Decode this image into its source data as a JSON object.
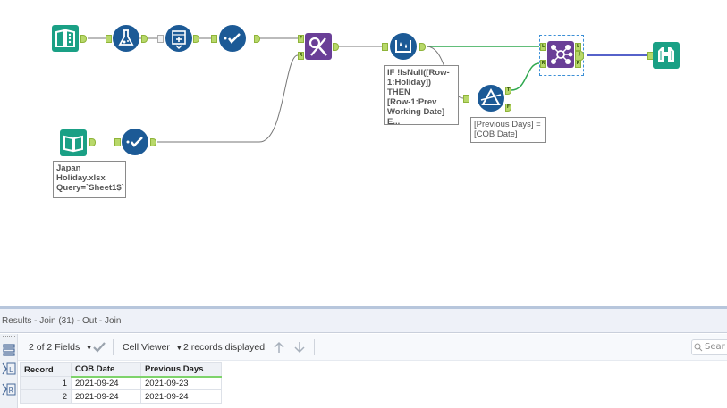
{
  "canvas": {
    "tools": [
      {
        "id": "input-data-1",
        "icon": "book-open-icon",
        "color": "#1aa085"
      },
      {
        "id": "formula-1",
        "icon": "flask-icon",
        "color": "#1c5a96"
      },
      {
        "id": "sample-1",
        "icon": "record-id-icon",
        "color": "#1c5a96"
      },
      {
        "id": "select-1",
        "icon": "checkmark-icon",
        "color": "#1c5a96"
      },
      {
        "id": "find-replace-1",
        "icon": "find-replace-icon",
        "color": "#6a3f97"
      },
      {
        "id": "multi-row-formula-1",
        "icon": "multi-row-icon",
        "color": "#1c5a96"
      },
      {
        "id": "filter-1",
        "icon": "filter-icon",
        "color": "#1c5a96"
      },
      {
        "id": "join-1",
        "icon": "join-icon",
        "color": "#6a3f97"
      },
      {
        "id": "browse-1",
        "icon": "binoculars-icon",
        "color": "#1aa085"
      },
      {
        "id": "input-data-2",
        "icon": "book-open-icon",
        "color": "#1aa085"
      },
      {
        "id": "select-2",
        "icon": "checkmark-icon",
        "color": "#1c5a96"
      }
    ],
    "anchors": {
      "F": "F",
      "R": "R",
      "L": "L",
      "J": "J",
      "T": "T"
    },
    "annotations": {
      "multi_row": "IF !IsNull([Row-\n1:Holiday]) THEN\n[Row-1:Prev\nWorking Date]\nE...",
      "filter": "[Previous Days] =\n[COB Date]",
      "input2": "Japan\nHoliday.xlsx\nQuery=`Sheet1$`"
    }
  },
  "results": {
    "title": "Results - Join (31) - Out - Join",
    "fields_label": "2 of 2 Fields",
    "viewer_label": "Cell Viewer",
    "records_label": "2 records displayed",
    "search_placeholder": "Sear",
    "columns": [
      "Record",
      "COB Date",
      "Previous Days"
    ],
    "rows": [
      {
        "record": "1",
        "cob_date": "2021-09-24",
        "previous_days": "2021-09-23"
      },
      {
        "record": "2",
        "cob_date": "2021-09-24",
        "previous_days": "2021-09-24"
      }
    ]
  }
}
